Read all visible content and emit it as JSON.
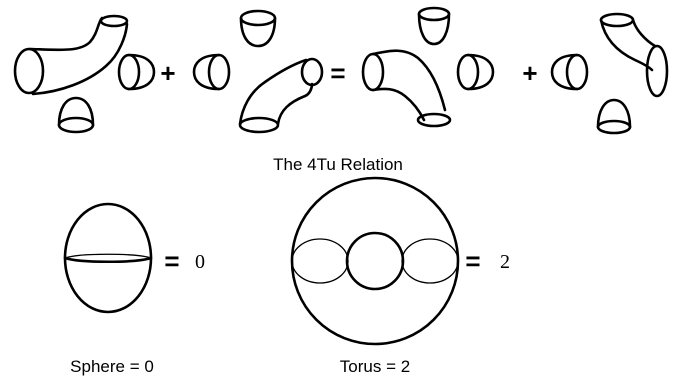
{
  "relation": {
    "plus_1": "+",
    "equals": "=",
    "plus_2": "+",
    "caption": "The 4Tu Relation"
  },
  "sphere": {
    "equals": "=",
    "value": "0",
    "caption": "Sphere = 0"
  },
  "torus": {
    "equals": "=",
    "value": "2",
    "caption": "Torus = 2"
  },
  "icons": [
    "cup-icon",
    "tube-icon",
    "sphere-icon",
    "torus-icon"
  ]
}
